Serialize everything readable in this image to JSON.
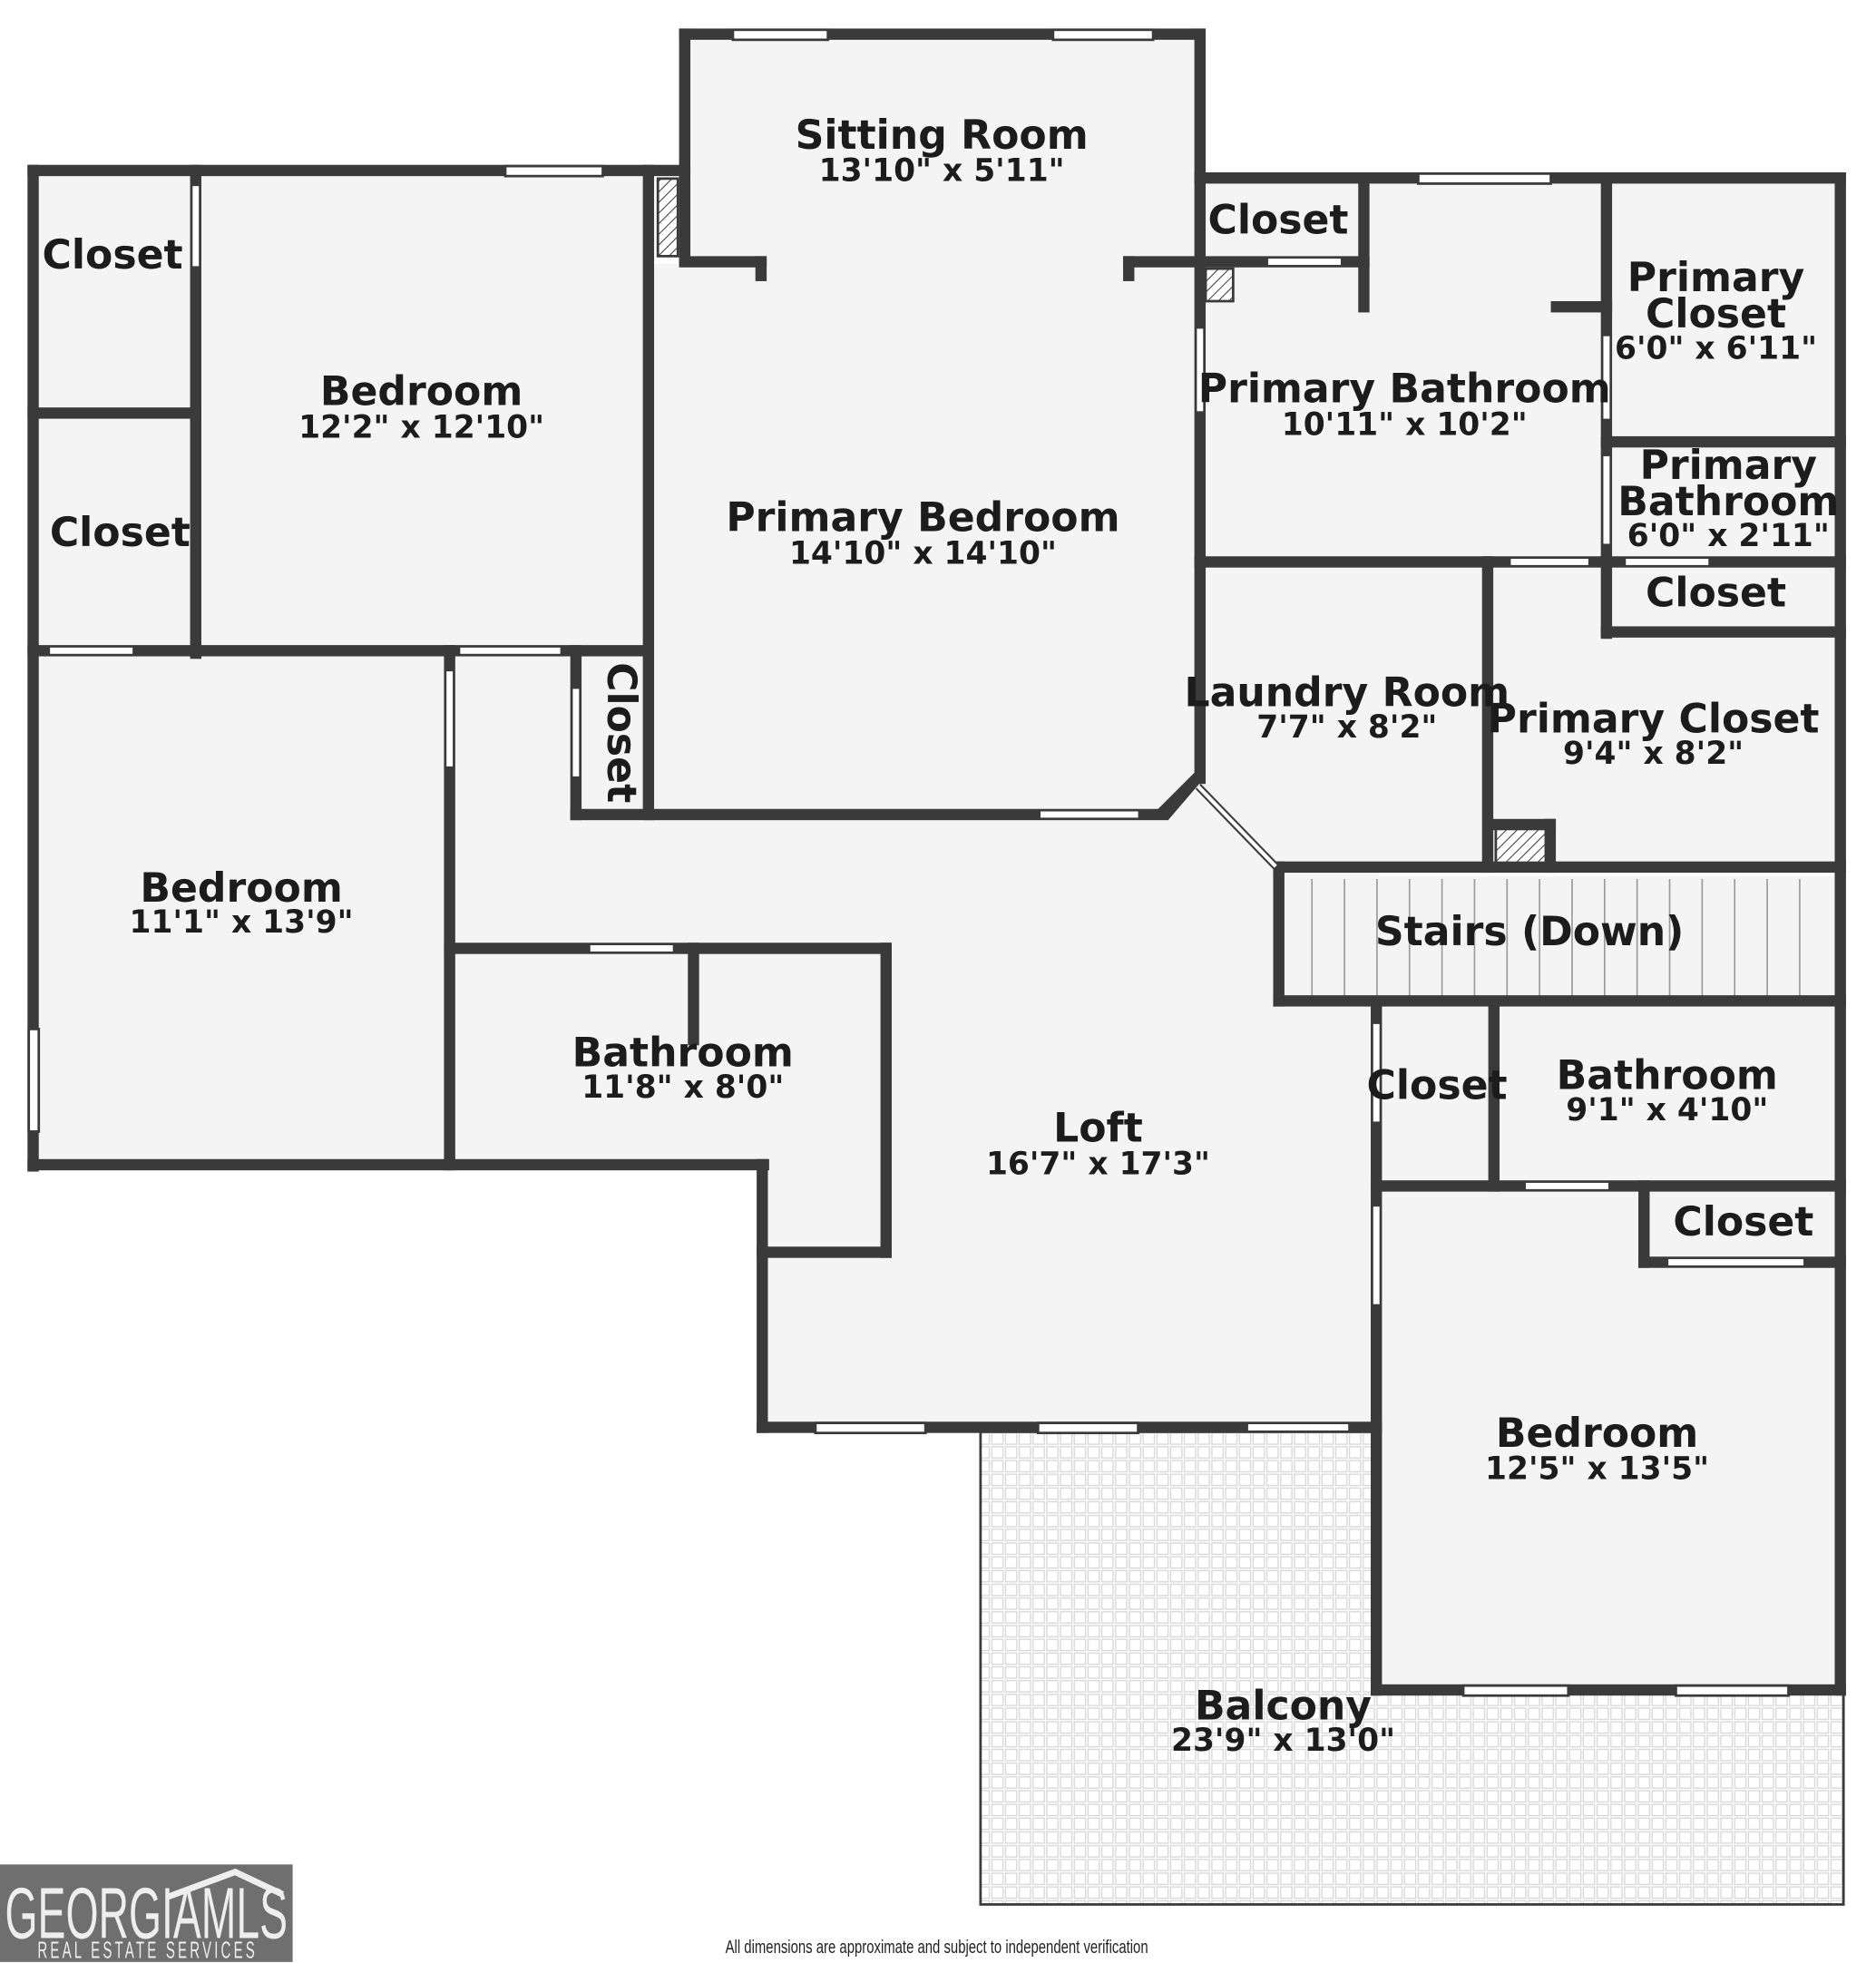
{
  "rooms": [
    {
      "key": "sitting_room",
      "name": "Sitting Room",
      "dims": "13'10\" x 5'11\""
    },
    {
      "key": "bedroom_1",
      "name": "Bedroom",
      "dims": "12'2\" x 12'10\""
    },
    {
      "key": "closet_1",
      "name": "Closet"
    },
    {
      "key": "closet_2",
      "name": "Closet"
    },
    {
      "key": "primary_bedroom",
      "name": "Primary Bedroom",
      "dims": "14'10\" x 14'10\""
    },
    {
      "key": "closet_3",
      "name": "Closet"
    },
    {
      "key": "primary_bathroom",
      "name": "Primary Bathroom",
      "dims": "10'11\" x 10'2\""
    },
    {
      "key": "primary_closet_1",
      "name": "Primary Closet",
      "dims": "6'0\" x 6'11\""
    },
    {
      "key": "primary_bathroom_2",
      "name": "Primary Bathroom",
      "dims": "6'0\" x 2'11\""
    },
    {
      "key": "closet_4",
      "name": "Closet"
    },
    {
      "key": "closet_5",
      "name": "Closet"
    },
    {
      "key": "laundry_room",
      "name": "Laundry Room",
      "dims": "7'7\" x 8'2\""
    },
    {
      "key": "primary_closet_2",
      "name": "Primary Closet",
      "dims": "9'4\" x 8'2\""
    },
    {
      "key": "bedroom_2",
      "name": "Bedroom",
      "dims": "11'1\" x 13'9\""
    },
    {
      "key": "stairs",
      "name": "Stairs (Down)"
    },
    {
      "key": "bathroom_1",
      "name": "Bathroom",
      "dims": "11'8\" x 8'0\""
    },
    {
      "key": "loft",
      "name": "Loft",
      "dims": "16'7\" x 17'3\""
    },
    {
      "key": "closet_6",
      "name": "Closet"
    },
    {
      "key": "bathroom_2",
      "name": "Bathroom",
      "dims": "9'1\" x 4'10\""
    },
    {
      "key": "closet_7",
      "name": "Closet"
    },
    {
      "key": "bedroom_3",
      "name": "Bedroom",
      "dims": "12'5\" x 13'5\""
    },
    {
      "key": "balcony",
      "name": "Balcony",
      "dims": "23'9\" x 13'0\""
    }
  ],
  "footer": {
    "disclaimer": "All dimensions are approximate and subject to independent verification"
  },
  "logo": {
    "wordmark": "GEORGIAMLS",
    "tagline": "REAL ESTATE SERVICES"
  },
  "colors": {
    "wall": "#3a3a3a",
    "floor": "#f4f4f4",
    "balcony_tile": "#d8d8d8",
    "logo_bg": "#6f6f6f"
  }
}
